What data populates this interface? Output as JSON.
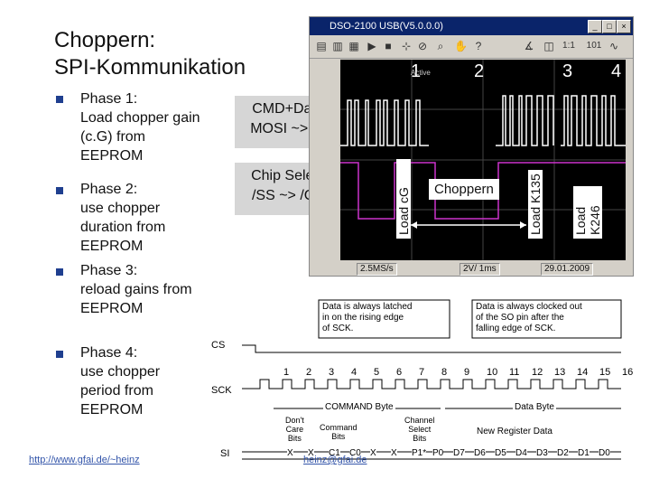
{
  "title": "Choppern:\nSPI-Kommunikation",
  "bullets": [
    "Phase 1:\nLoad chopper gain\n(c.G) from\nEEPROM",
    "Phase 2:\nuse chopper\nduration from\nEEPROM",
    "Phase 3:\nreload gains from\nEEPROM",
    "Phase 4:\nuse chopper\nperiod from\nEEPROM"
  ],
  "callouts": {
    "cmd_data": "CMD+Data\nMOSI ~> SI",
    "chip_select": "Chip Select\n/SS ~> /CS"
  },
  "footer": {
    "link": "http://www.gfai.de/~heinz",
    "link2": "heinz@gfai.de"
  },
  "scope": {
    "window_title": "DSO-2100 USB(V5.0.0.0)",
    "phase_labels": [
      "1",
      "2",
      "3",
      "4"
    ],
    "active_label": "Active",
    "choppern_label": "Choppern",
    "load_cg": "Load cG",
    "load_k135": "Load K135",
    "load_k246": "Load K246",
    "sample_rate": "2.5MS/s",
    "volt_div": "2V/ 1ms",
    "date": "29.01.2009",
    "zoom_label": "1:1",
    "ch_label": "101",
    "colors": {
      "trace_white": "#ffffff",
      "trace_magenta": "#cc33cc",
      "screen": "#000000"
    }
  },
  "timing": {
    "note_left": "Data is always latched\nin on the rising edge\nof SCK.",
    "note_right": "Data is always clocked out\nof the SO pin after the\nfalling edge of SCK.",
    "cs_label": "CS",
    "sck_label": "SCK",
    "si_label": "SI",
    "clock_numbers": [
      "1",
      "2",
      "3",
      "4",
      "5",
      "6",
      "7",
      "8",
      "9",
      "10",
      "11",
      "12",
      "13",
      "14",
      "15",
      "16"
    ],
    "command_byte": "COMMAND Byte",
    "data_byte": "Data Byte",
    "dont_care": "Don't\nCare\nBits",
    "command_bits": "Command\nBits",
    "channel_select": "Channel\nSelect\nBits",
    "new_register": "New Register Data",
    "si_bits": [
      "X",
      "X",
      "C1",
      "C0",
      "X",
      "X",
      "P1*",
      "P0",
      "D7",
      "D6",
      "D5",
      "D4",
      "D3",
      "D2",
      "D1",
      "D0"
    ]
  }
}
